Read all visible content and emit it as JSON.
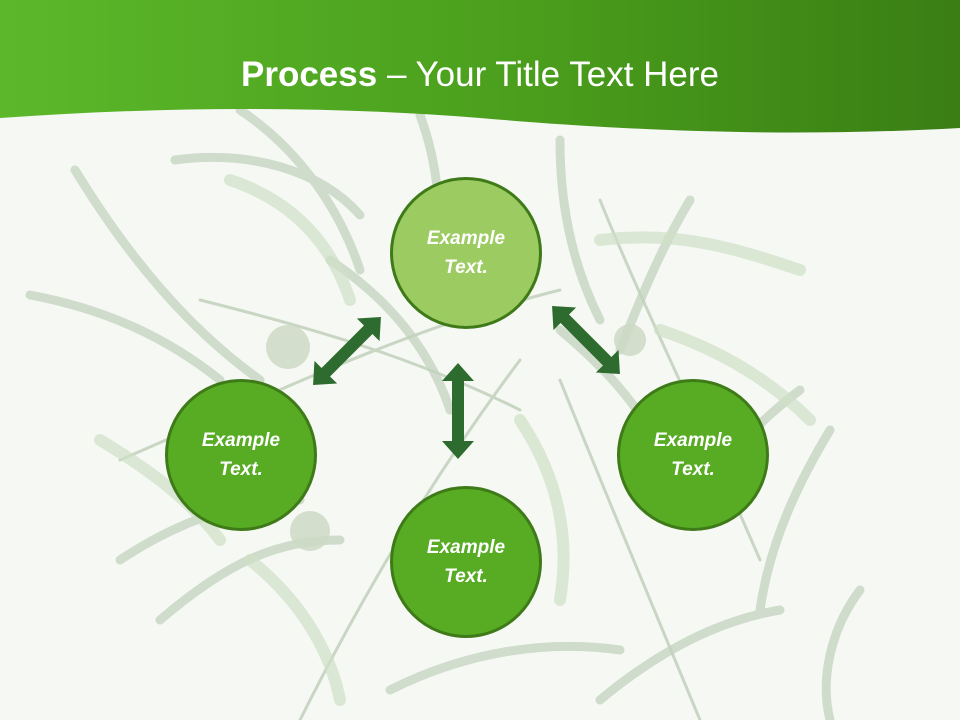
{
  "title": {
    "bold": "Process",
    "rest": " – Your Title Text Here"
  },
  "nodes": {
    "top": "Example Text.",
    "left": "Example Text.",
    "bottom": "Example Text.",
    "right": "Example Text."
  },
  "colors": {
    "header_green": "#3d8c14",
    "node_light": "#9ccb62",
    "node_dark": "#57ac24",
    "node_border": "#3f7a18",
    "arrow": "#2e6b2e",
    "background": "#f6f8f4"
  }
}
